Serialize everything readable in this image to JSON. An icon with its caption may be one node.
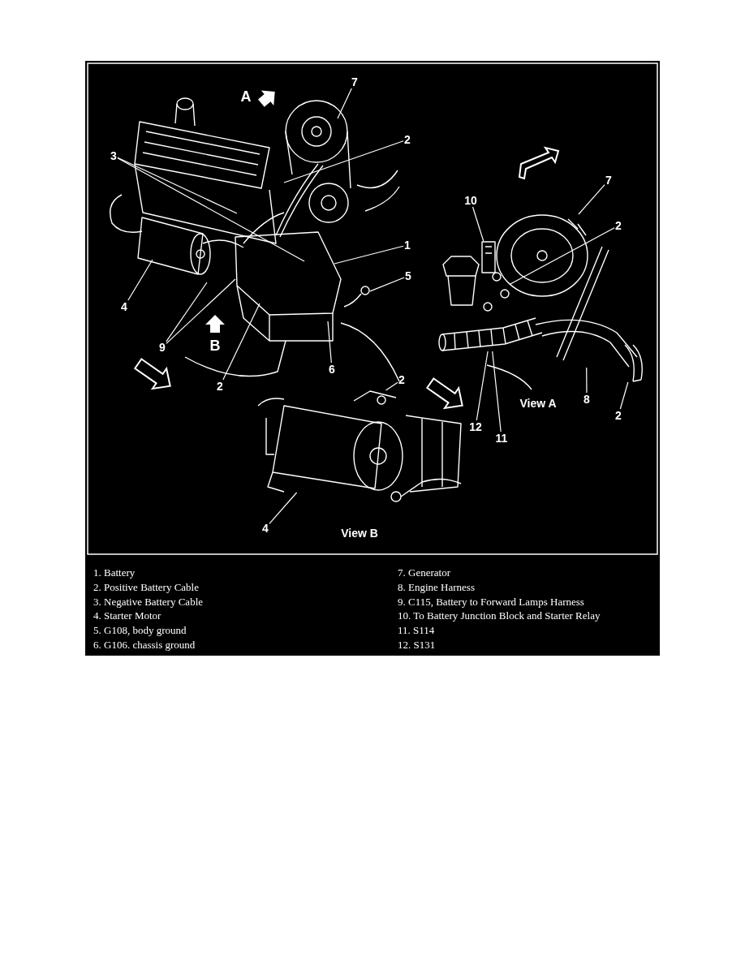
{
  "diagram": {
    "nodes": [
      {
        "text": [
          "7"
        ]
      },
      {
        "text": [
          "2"
        ]
      },
      {
        "text": [
          "3"
        ]
      },
      {
        "text": [
          "7"
        ]
      },
      {
        "text": [
          "10"
        ]
      },
      {
        "text": [
          "2"
        ]
      },
      {
        "text": [
          "1"
        ]
      },
      {
        "text": [
          "5"
        ]
      },
      {
        "text": [
          "4"
        ]
      },
      {
        "text": [
          "9"
        ]
      },
      {
        "text": [
          "6"
        ]
      },
      {
        "text": [
          "2"
        ]
      },
      {
        "text": [
          "2"
        ]
      },
      {
        "text": [
          "8"
        ]
      },
      {
        "text": [
          "2"
        ]
      },
      {
        "text": [
          "12"
        ]
      },
      {
        "text": [
          "11"
        ]
      },
      {
        "text": [
          "4"
        ]
      },
      {
        "text": [],
        "shape": "picture"
      },
      {
        "text": [],
        "shape": "picture"
      },
      {
        "text": [],
        "shape": "picture"
      },
      {
        "text": [],
        "shape": "picture"
      },
      {
        "text": [],
        "shape": "picture"
      },
      {
        "text": [],
        "shape": "picture"
      },
      {
        "text": [],
        "shape": "picture"
      },
      {
        "text": [],
        "shape": "picture"
      },
      {
        "text": [],
        "shape": "picture"
      }
    ],
    "edges": [
      {
        "from": 0,
        "to": null,
        "arrow": "none"
      },
      {
        "from": 1,
        "to": null,
        "arrow": "none"
      },
      {
        "from": 2,
        "to": null,
        "arrow": "none"
      },
      {
        "from": 2,
        "to": null,
        "arrow": "none"
      },
      {
        "from": 3,
        "to": 18,
        "arrow": "none"
      },
      {
        "from": 4,
        "to": 19,
        "arrow": "none"
      },
      {
        "from": 5,
        "to": 20,
        "arrow": "none"
      },
      {
        "from": 6,
        "to": null,
        "arrow": "none"
      },
      {
        "from": 7,
        "to": 26,
        "arrow": "none"
      },
      {
        "from": 8,
        "to": null,
        "arrow": "none"
      },
      {
        "from": 9,
        "to": null,
        "arrow": "none"
      },
      {
        "from": 9,
        "to": null,
        "arrow": "none"
      },
      {
        "from": 10,
        "to": null,
        "arrow": "none"
      },
      {
        "from": 11,
        "to": 25,
        "arrow": "none"
      },
      {
        "from": 12,
        "to": null,
        "arrow": "none"
      },
      {
        "from": 13,
        "to": 22,
        "arrow": "none"
      },
      {
        "from": 14,
        "to": 23,
        "arrow": "none"
      },
      {
        "from": 15,
        "to": 21,
        "arrow": "none"
      },
      {
        "from": 16,
        "to": 21,
        "arrow": "none"
      },
      {
        "from": 17,
        "to": 24,
        "arrow": "none"
      }
    ],
    "labels": [
      "A",
      "B",
      "View A",
      "View B",
      "1. Battery",
      "7. Generator",
      "2. Positive Battery Cable",
      "8. Engine Harness",
      "3. Negative Battery Cable",
      "9. C115, Battery to Forward Lamps Harness",
      "4. Starter Motor",
      "10. To Battery Junction Block and Starter Relay",
      "5. G108, body ground",
      "11. S114",
      "6. G106. chassis ground",
      "12. S131"
    ]
  }
}
